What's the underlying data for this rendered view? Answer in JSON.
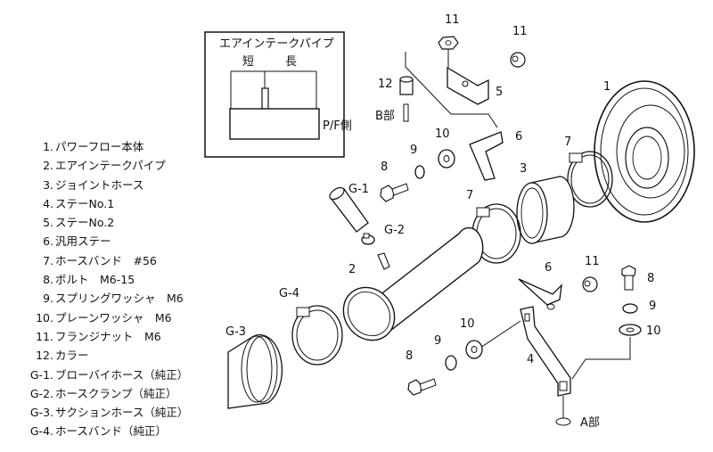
{
  "parts_list": [
    {
      "num": "1.",
      "name": "パワーフロー本体"
    },
    {
      "num": "2.",
      "name": "エアインテークパイプ"
    },
    {
      "num": "3.",
      "name": "ジョイントホース"
    },
    {
      "num": "4.",
      "name": "ステーNo.1"
    },
    {
      "num": "5.",
      "name": "ステーNo.2"
    },
    {
      "num": "6.",
      "name": "汎用ステー"
    },
    {
      "num": "7.",
      "name": "ホースバンド　#56"
    },
    {
      "num": "8.",
      "name": "ボルト　M6-15"
    },
    {
      "num": "9.",
      "name": "スプリングワッシャ　M6"
    },
    {
      "num": "10.",
      "name": "プレーンワッシャ　M6"
    },
    {
      "num": "11.",
      "name": "フランジナット　M6"
    },
    {
      "num": "12.",
      "name": "カラー"
    },
    {
      "num": "G-1.",
      "name": "ブローバイホース（純正）"
    },
    {
      "num": "G-2.",
      "name": "ホースクランプ（純正）"
    },
    {
      "num": "G-3.",
      "name": "サクションホース（純正）"
    },
    {
      "num": "G-4.",
      "name": "ホースバンド（純正）"
    }
  ],
  "detail": {
    "title": "エアインテークパイプ",
    "short": "短",
    "long": "長",
    "side": "P/F側"
  },
  "callouts": {
    "n1": "1",
    "n2": "2",
    "n3": "3",
    "n4": "4",
    "n5": "5",
    "n6a": "6",
    "n6b": "6",
    "n7a": "7",
    "n7b": "7",
    "n8a": "8",
    "n8b": "8",
    "n8c": "8",
    "n9a": "9",
    "n9b": "9",
    "n9c": "9",
    "n10a": "10",
    "n10b": "10",
    "n10c": "10",
    "n11a": "11",
    "n11b": "11",
    "n11c": "11",
    "n12": "12",
    "g1": "G-1",
    "g2": "G-2",
    "g3": "G-3",
    "g4": "G-4",
    "partA": "A部",
    "partB": "B部"
  }
}
